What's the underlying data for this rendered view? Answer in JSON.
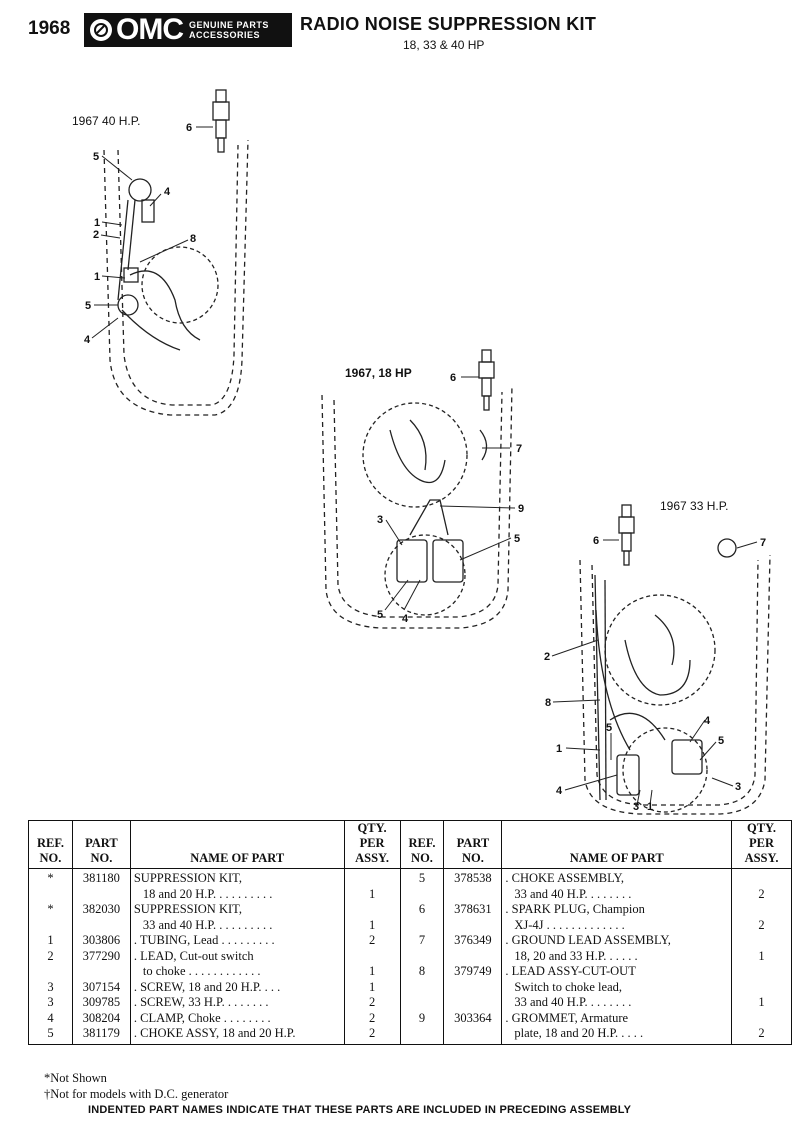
{
  "header": {
    "year": "1968",
    "brand": "OMC",
    "brand_sub_1": "GENUINE PARTS",
    "brand_sub_2": "ACCESSORIES",
    "title": "RADIO NOISE SUPPRESSION KIT",
    "subtitle": "18, 33 & 40 HP"
  },
  "diagrams": {
    "d40": {
      "caption": "1967  40 H.P.",
      "callouts": [
        "6",
        "5",
        "4",
        "1",
        "2",
        "8",
        "1",
        "5",
        "4"
      ]
    },
    "d18": {
      "caption": "1967, 18 HP",
      "callouts": [
        "6",
        "7",
        "9",
        "3",
        "5",
        "5",
        "4"
      ]
    },
    "d33": {
      "caption": "1967 33 H.P.",
      "callouts": [
        "6",
        "7",
        "2",
        "8",
        "5",
        "1",
        "4",
        "4",
        "5",
        "3",
        "3",
        "1"
      ]
    }
  },
  "table": {
    "headers": {
      "ref_no": [
        "REF.",
        "NO."
      ],
      "part_no": [
        "PART",
        "NO."
      ],
      "name": "NAME OF PART",
      "qty": [
        "QTY.",
        "PER",
        "ASSY."
      ]
    },
    "left_rows": [
      [
        "*",
        "381180",
        "SUPPRESSION KIT,",
        ""
      ],
      [
        "",
        "",
        "18 and 20 H.P. . . . . . . . . .",
        "1"
      ],
      [
        "*",
        "382030",
        "SUPPRESSION KIT,",
        ""
      ],
      [
        "",
        "",
        "33 and 40 H.P. . . . . . . . . .",
        "1"
      ],
      [
        "1",
        "303806",
        ".  TUBING, Lead . . . . . . . . .",
        "2"
      ],
      [
        "2",
        "377290",
        ".  LEAD, Cut-out switch",
        ""
      ],
      [
        "",
        "",
        "to choke . . . . . . . . . . . .",
        "1"
      ],
      [
        "3",
        "307154",
        ".  SCREW, 18 and 20 H.P.  . . .",
        "1"
      ],
      [
        "3",
        "309785",
        ".  SCREW, 33 H.P. . . . . . . .",
        "2"
      ],
      [
        "4",
        "308204",
        ".  CLAMP, Choke . . . . . . . .",
        "2"
      ],
      [
        "5",
        "381179",
        ".  CHOKE ASSY, 18 and 20 H.P.",
        "2"
      ]
    ],
    "right_rows": [
      [
        "5",
        "378538",
        ".  CHOKE ASSEMBLY,",
        ""
      ],
      [
        "",
        "",
        "33 and 40 H.P.  . . . . . . .",
        "2"
      ],
      [
        "6",
        "378631",
        ".  SPARK PLUG, Champion",
        ""
      ],
      [
        "",
        "",
        "XJ-4J . . . . . . . . . . . . .",
        "2"
      ],
      [
        "7",
        "376349",
        ".  GROUND LEAD ASSEMBLY,",
        ""
      ],
      [
        "",
        "",
        "18, 20 and 33 H.P. . . . . .",
        "1"
      ],
      [
        "8",
        "379749",
        ".  LEAD ASSY-CUT-OUT",
        ""
      ],
      [
        "",
        "",
        "Switch to choke lead,",
        ""
      ],
      [
        "",
        "",
        "33 and 40 H.P.  . . . . . . .",
        "1"
      ],
      [
        "9",
        "303364",
        ".  GROMMET, Armature",
        ""
      ],
      [
        "",
        "",
        "plate, 18 and 20 H.P.  . . . .",
        "2"
      ]
    ]
  },
  "notes": {
    "not_shown": "*Not Shown",
    "dc_generator": "†Not for models with D.C. generator",
    "indented": "INDENTED PART NAMES INDICATE THAT THESE PARTS ARE INCLUDED IN PRECEDING ASSEMBLY"
  }
}
